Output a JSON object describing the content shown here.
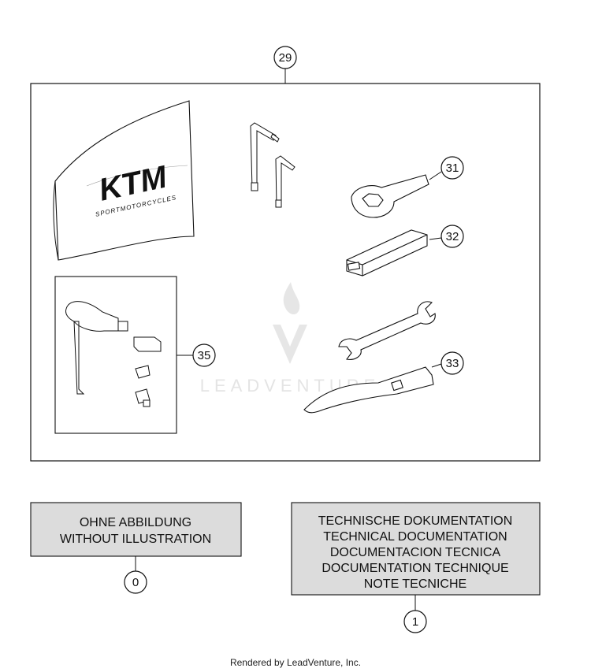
{
  "callouts": {
    "c29": "29",
    "c31": "31",
    "c32": "32",
    "c33": "33",
    "c35": "35",
    "c0": "0",
    "c1": "1"
  },
  "without_illustration": {
    "line1": "OHNE ABBILDUNG",
    "line2": "WITHOUT ILLUSTRATION"
  },
  "technical_documentation": {
    "line1": "TECHNISCHE DOKUMENTATION",
    "line2": "TECHNICAL DOCUMENTATION",
    "line3": "DOCUMENTACION TECNICA",
    "line4": "DOCUMENTATION TECHNIQUE",
    "line5": "NOTE TECNICHE"
  },
  "pouch_logo": {
    "brand": "KTM",
    "tagline": "SPORTMOTORCYCLES"
  },
  "watermark": "LEADVENTURE",
  "footer": "Rendered by LeadVenture, Inc.",
  "colors": {
    "line": "#111111",
    "note_box_fill": "#dcdcdc",
    "watermark": "#e4e4e4"
  }
}
